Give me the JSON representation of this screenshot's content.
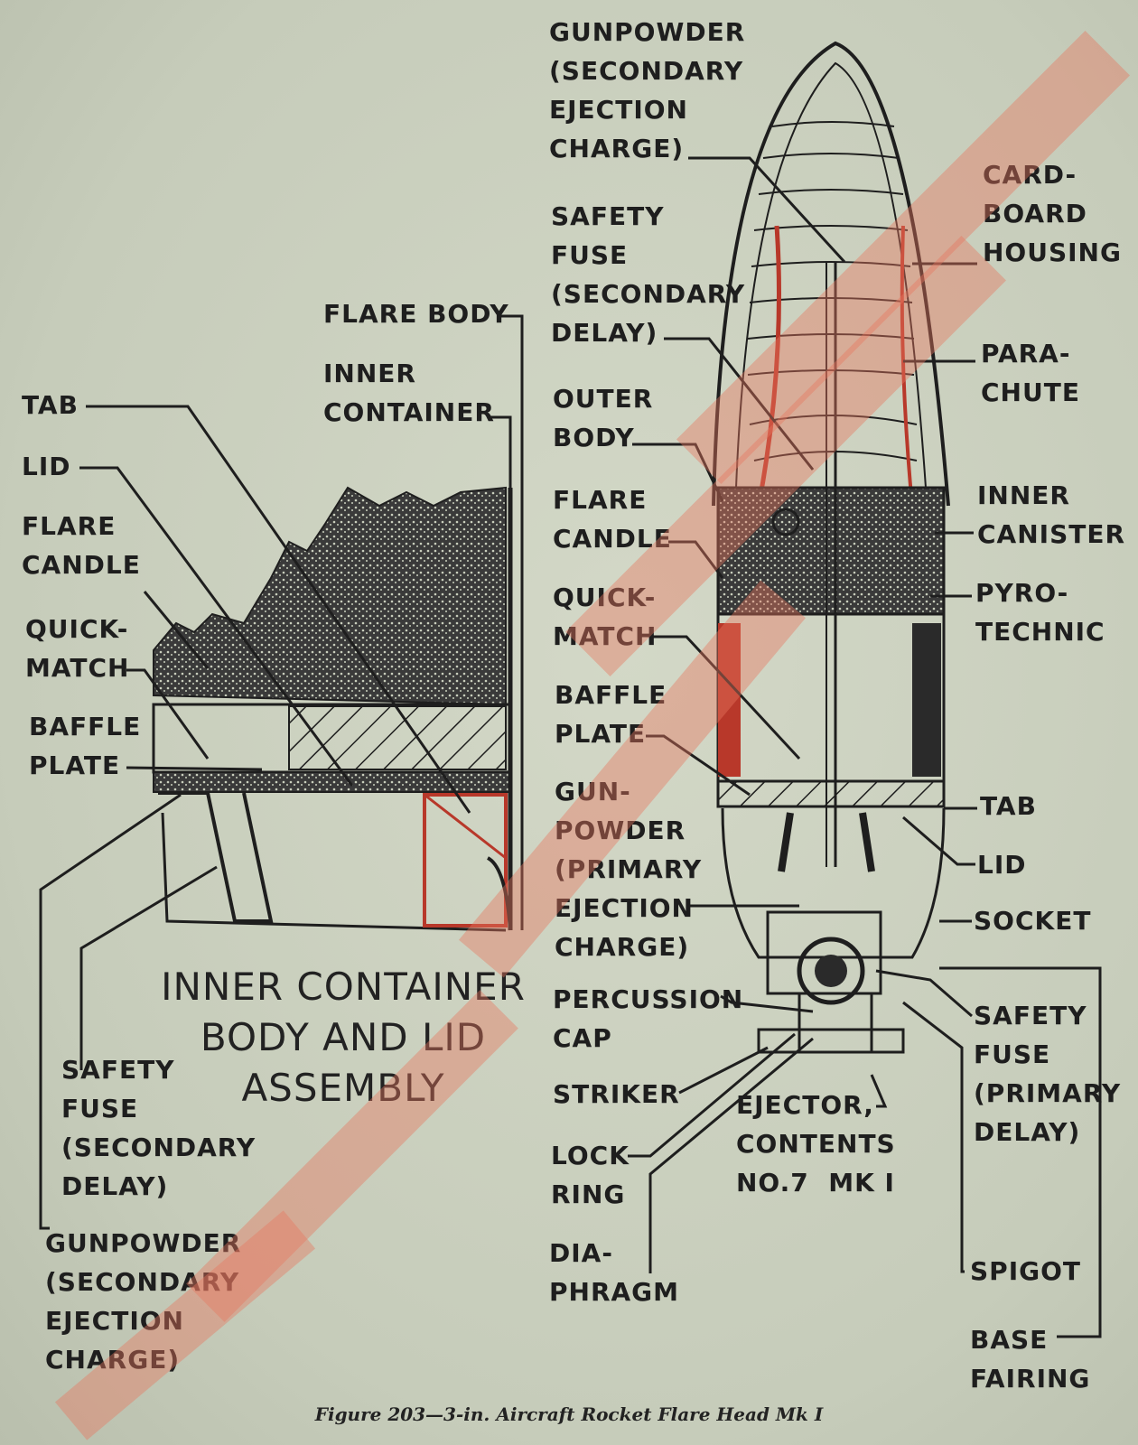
{
  "left_labels": {
    "tab": "TAB",
    "lid": "LID",
    "flare_candle": "FLARE\nCANDLE",
    "quick_match": "QUICK-\nMATCH",
    "baffle_plate": "BAFFLE\nPLATE",
    "flare_body": "FLARE BODY",
    "inner_container": "INNER\nCONTAINER",
    "safety_fuse": "SAFETY\nFUSE\n(SECONDARY\nDELAY)",
    "gunpowder": "GUNPOWDER\n(SECONDARY\nEJECTION\nCHARGE)"
  },
  "assembly_title": "INNER CONTAINER\nBODY AND LID\nASSEMBLY",
  "middle_labels": {
    "gunpowder_secondary": "GUNPOWDER\n(SECONDARY\nEJECTION\nCHARGE)",
    "safety_fuse_secondary": "SAFETY\nFUSE\n(SECONDARY\nDELAY)",
    "outer_body": "OUTER\nBODY",
    "flare_candle": "FLARE\nCANDLE",
    "quick_match": "QUICK-\nMATCH",
    "baffle_plate": "BAFFLE\nPLATE",
    "gunpowder_primary": "GUN-\nPOWDER\n(PRIMARY\nEJECTION\nCHARGE)",
    "percussion_cap": "PERCUSSION\nCAP",
    "striker": "STRIKER",
    "lock_ring": "LOCK\nRING",
    "diaphragm": "DIA-\nPHRAGM",
    "ejector": "EJECTOR,\nCONTENTS\nNO.7  MK I"
  },
  "right_labels": {
    "cardboard_housing": "CARD-\nBOARD\nHOUSING",
    "parachute": "PARA-\nCHUTE",
    "inner_canister": "INNER\nCANISTER",
    "pyrotechnic": "PYRO-\nTECHNIC",
    "tab": "TAB",
    "lid": "LID",
    "socket": "SOCKET",
    "safety_fuse_primary": "SAFETY\nFUSE\n(PRIMARY\nDELAY)",
    "spigot": "SPIGOT",
    "base_fairing": "BASE\nFAIRING"
  },
  "caption": "Figure 203—3-in. Aircraft Rocket Flare Head Mk I",
  "colors": {
    "paper": "#c9cfbd",
    "ink": "#1e1e1e",
    "red_ink": "#b8382a",
    "watermark": "#e8785f"
  }
}
